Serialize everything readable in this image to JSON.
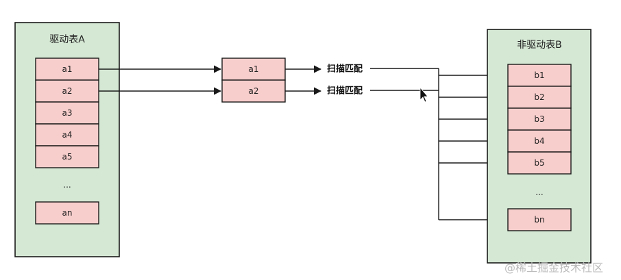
{
  "driver_table": {
    "title": "驱动表A",
    "rows": [
      "a1",
      "a2",
      "a3",
      "a4",
      "a5"
    ],
    "ellipsis": "...",
    "last": "an"
  },
  "buffer": {
    "rows": [
      "a1",
      "a2"
    ]
  },
  "operation_label": "扫描匹配",
  "driven_table": {
    "title": "非驱动表B",
    "rows": [
      "b1",
      "b2",
      "b3",
      "b4",
      "b5"
    ],
    "ellipsis": "...",
    "last": "bn"
  },
  "watermark": "@稀土掘金技术社区",
  "colors": {
    "table_fill": "#d5e8d4",
    "cell_fill": "#f8cecc",
    "stroke": "#1a1a1a"
  }
}
